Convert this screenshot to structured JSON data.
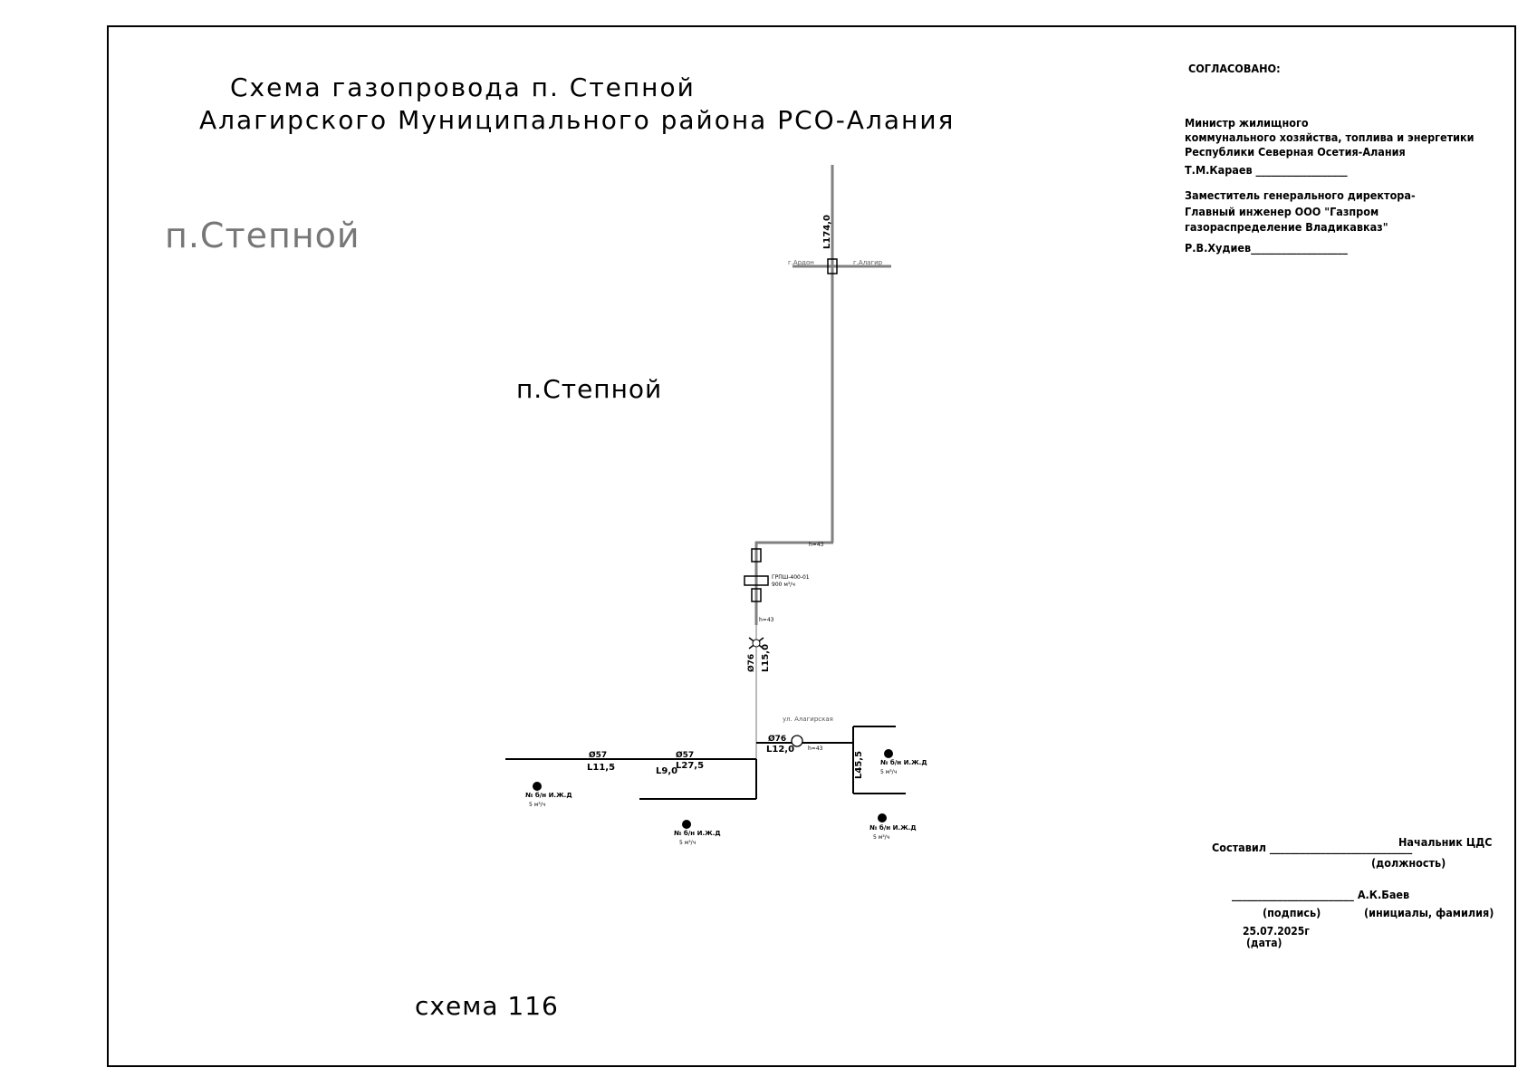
{
  "title": {
    "line1": "Схема газопровода п. Степной",
    "line2": "Алагирского   Муниципального района РСО-Алания"
  },
  "settlement_label_large": "п.Степной",
  "settlement_label_center": "п.Степной",
  "scheme_number": "схема 116",
  "approval": {
    "header": "СОГЛАСОВАНО:",
    "block1_line1": "Министр жилищного",
    "block1_line2": "коммунального  хозяйства, топлива и энергетики",
    "block1_line3": "Республики Северная Осетия-Алания",
    "block1_sign": "Т.М.Караев __________________",
    "block2_line1": "Заместитель генерального директора-",
    "block2_line2": "Главный инженер  ООО \"Газпром",
    "block2_line3": "газораспределение Владикавказ\"",
    "block2_sign": "Р.В.Худиев___________________"
  },
  "compiled": {
    "label": "Составил ____________________________",
    "position": "Начальник ЦДС",
    "position_caption": "(должность)",
    "signature_line": "________________________  А.К.Баев",
    "signature_caption": "(подпись)",
    "name_caption": "(инициалы, фамилия)",
    "date": "25.07.2025г",
    "date_caption": "(дата)"
  },
  "diagram": {
    "road_left": "г.Ардон",
    "road_right": "г.Алагир",
    "pipe_top_len": "L174,0",
    "regulator_spec": "ГРПШ-400-01",
    "regulator_flow": "900 м³/ч",
    "pipe_mid_dia": "Ø76",
    "pipe_mid_len": "L15,0",
    "street": "ул. Алагирская",
    "pipe_right_dia": "Ø76",
    "pipe_right_len": "L12,0",
    "pipe_vert_right_len": "L45,5",
    "pipe_left1_dia": "Ø57",
    "pipe_left1_len": "L11,5",
    "pipe_left2_dia": "Ø57",
    "pipe_left2_len": "L27,5",
    "pipe_left3_len": "L9,0",
    "consumer_1": "№ б/н И.Ж.Д",
    "consumer_1_flow": "5 м³/ч",
    "consumer_2": "№ б/н И.Ж.Д",
    "consumer_2_flow": "5 м³/ч",
    "consumer_3": "№ б/н И.Ж.Д",
    "consumer_3_flow": "5 м³/ч",
    "consumer_4": "№ б/н И.Ж.Д",
    "consumer_4_flow": "5 м³/ч",
    "small_h1": "h=43",
    "small_h2": "h=43",
    "small_h3": "h=43"
  },
  "colors": {
    "frame": "#000000",
    "high_pressure_pipe": "#808080",
    "low_pressure_pipe": "#000000",
    "large_label": "#777777"
  }
}
